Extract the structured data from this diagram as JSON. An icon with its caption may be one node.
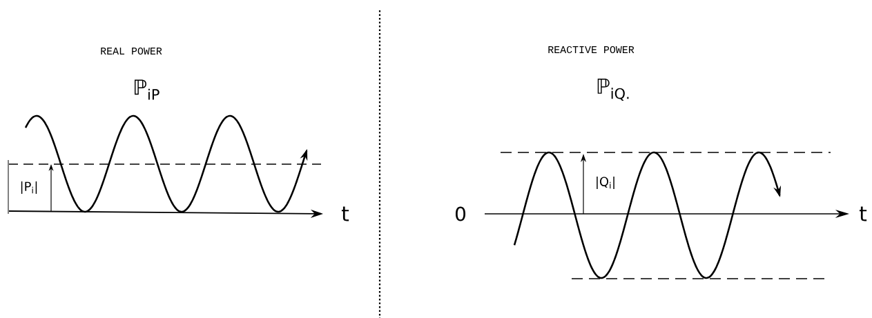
{
  "diagram": {
    "labels": [
      "REAL POWER",
      "ℙ$_{iP}$",
      "|P$_{i}$|",
      "t",
      "REACTIVE POWER",
      "ℙ$_{iQ.}$",
      "|Q$_{i}$|",
      "0",
      "t"
    ]
  }
}
